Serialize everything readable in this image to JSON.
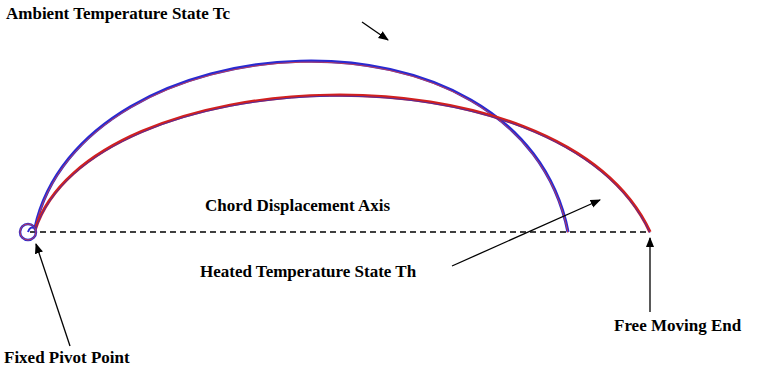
{
  "diagram": {
    "labels": [
      "Ambient Temperature State Tc",
      "Chord Displacement Axis",
      "Heated Temperature State Th",
      "Fixed Pivot Point",
      "Free Moving End"
    ]
  }
}
